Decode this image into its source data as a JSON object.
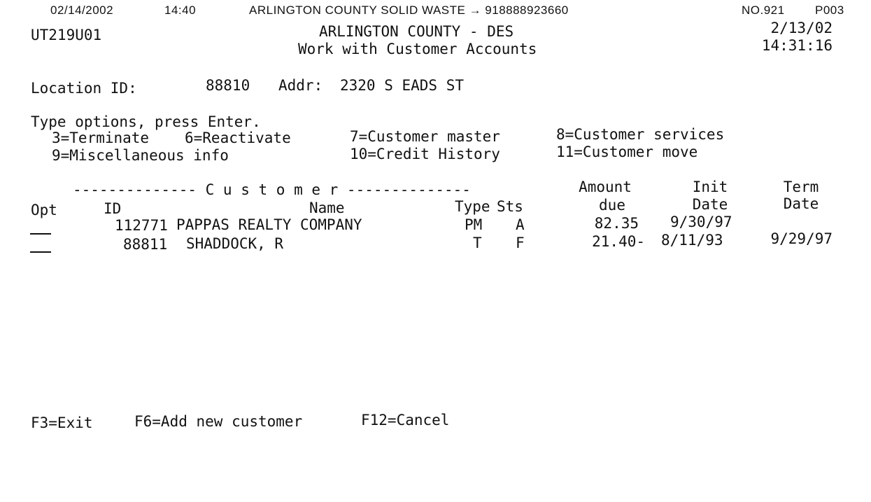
{
  "fax_header": {
    "date": "02/14/2002",
    "time": "14:40",
    "from": "ARLINGTON COUNTY SOLID WASTE → 918888923660",
    "number": "NO.921",
    "page": "P003"
  },
  "screen": {
    "program_id": "UT219U01",
    "org_title": "ARLINGTON COUNTY - DES",
    "screen_title": "Work with Customer Accounts",
    "date": "2/13/02",
    "time": "14:31:16"
  },
  "location": {
    "label": "Location ID:",
    "id": "88810",
    "addr_label": "Addr:",
    "addr": "2320 S EADS ST"
  },
  "options": {
    "instruction": "Type options, press Enter.",
    "items": [
      "3=Terminate",
      "6=Reactivate",
      "7=Customer master",
      "8=Customer services",
      "9=Miscellaneous info",
      "10=Credit History",
      "11=Customer move"
    ]
  },
  "table": {
    "group_header": "-------------- C u s t o m e r --------------",
    "headers": {
      "opt": "Opt",
      "id": "ID",
      "name": "Name",
      "type": "Type",
      "sts": "Sts",
      "amount_1": "Amount",
      "amount_2": "due",
      "init_1": "Init",
      "init_2": "Date",
      "term_1": "Term",
      "term_2": "Date"
    },
    "rows": [
      {
        "id": "112771",
        "name": "PAPPAS REALTY COMPANY",
        "type": "PM",
        "sts": "A",
        "amount": "82.35",
        "init": "9/30/97",
        "term": ""
      },
      {
        "id": "88811",
        "name": "SHADDOCK, R",
        "type": "T",
        "sts": "F",
        "amount": "21.40-",
        "init": "8/11/93",
        "term": "9/29/97"
      }
    ]
  },
  "function_keys": [
    "F3=Exit",
    "F6=Add new customer",
    "F12=Cancel"
  ]
}
